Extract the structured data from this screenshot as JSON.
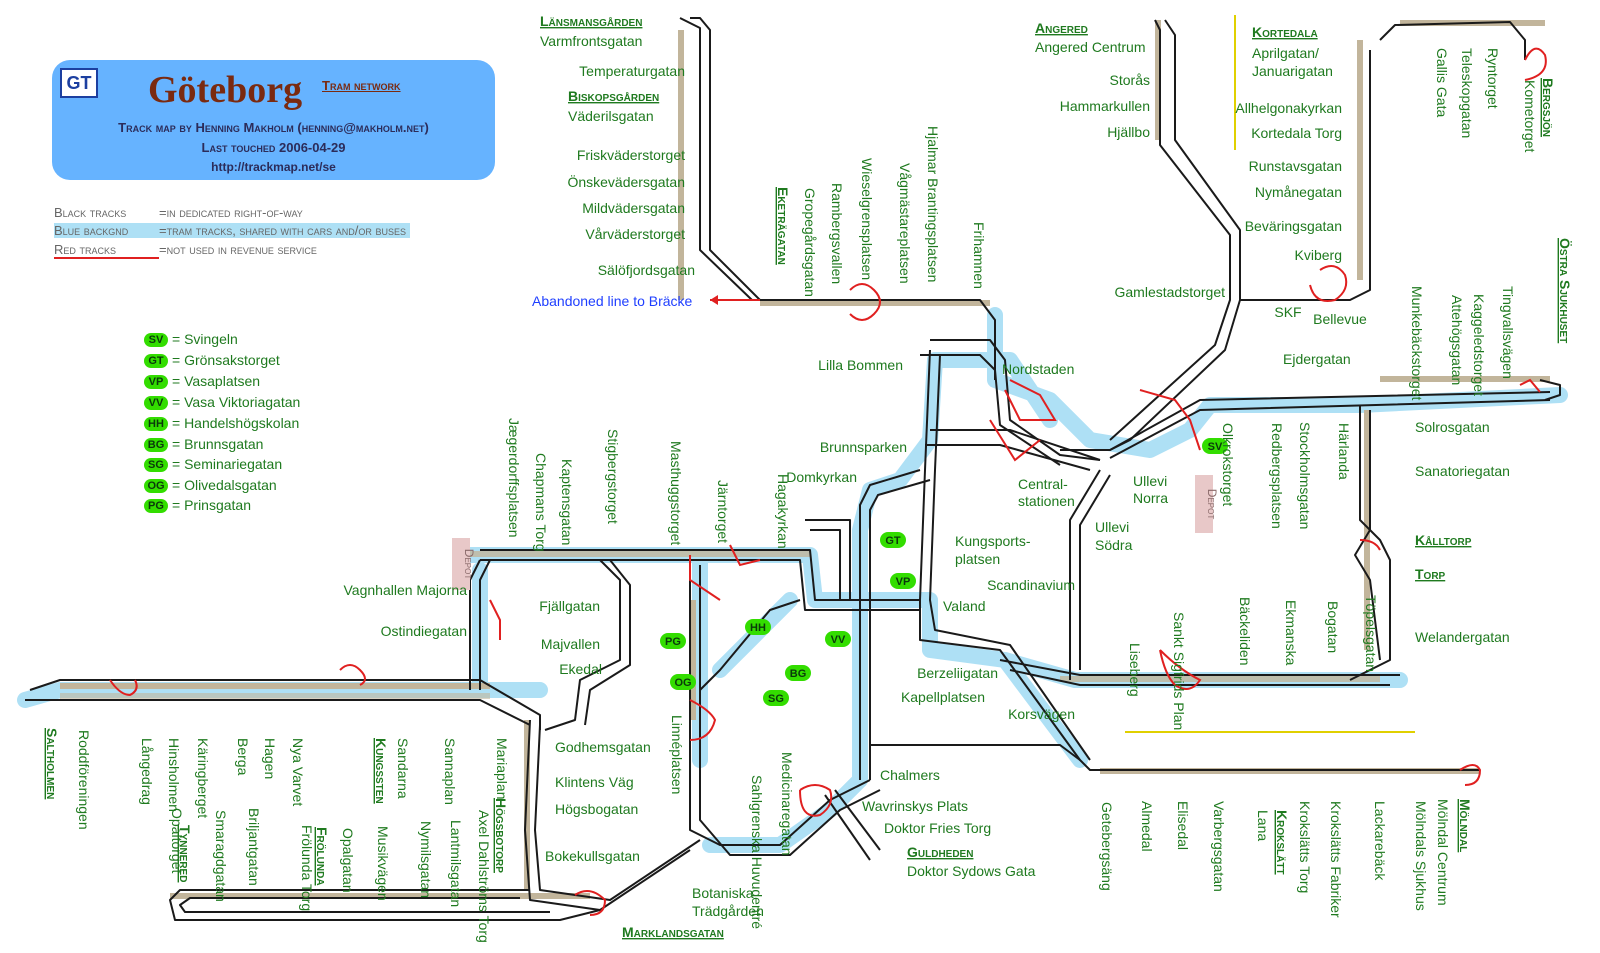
{
  "header": {
    "logo": "GT",
    "title": "Göteborg",
    "subtitle": "Tram network",
    "author_line": "Track map by Henning Makholm (henning@makholm.net)",
    "touched_line": "Last touched 2006-04-29",
    "url": "http://trackmap.net/se"
  },
  "legend": [
    {
      "key": "Black tracks",
      "value": "=in dedicated right-of-way"
    },
    {
      "key": "Blue backgnd",
      "value": "=tram tracks, shared with cars and/or buses"
    },
    {
      "key": "Red tracks",
      "value": "=not used in revenue service"
    }
  ],
  "abbreviations": [
    {
      "code": "SV",
      "name": "= Svingeln"
    },
    {
      "code": "GT",
      "name": "= Grönsakstorget"
    },
    {
      "code": "VP",
      "name": "= Vasaplatsen"
    },
    {
      "code": "VV",
      "name": "= Vasa Viktoriagatan"
    },
    {
      "code": "HH",
      "name": "= Handelshögskolan"
    },
    {
      "code": "BG",
      "name": "= Brunnsgatan"
    },
    {
      "code": "SG",
      "name": "= Seminariegatan"
    },
    {
      "code": "OG",
      "name": "= Olivedalsgatan"
    },
    {
      "code": "PG",
      "name": "= Prinsgatan"
    }
  ],
  "colors": {
    "track": "#1a1a1a",
    "shared_background": "#aee0f5",
    "unused_track": "#e02020",
    "platform": "#c2b59b",
    "station_text": "#1f7a1f",
    "abbr_pill": "#33dd00",
    "title_box": "#66b3ff",
    "depot": "#e8c8c8",
    "abandoned_text": "#1f3fff",
    "construction_line": "#e0d000"
  },
  "map": {
    "stations_h": [
      {
        "label": "Länsmansgården",
        "ul": true
      },
      {
        "label": "Varmfrontsgatan"
      },
      {
        "label": "Temperaturgatan"
      },
      {
        "label": "Biskopsgården",
        "ul": true
      },
      {
        "label": "Väderilsgatan"
      },
      {
        "label": "Friskväderstorget"
      },
      {
        "label": "Önskevädersgatan"
      },
      {
        "label": "Mildvädersgatan"
      },
      {
        "label": "Vårväderstorget"
      },
      {
        "label": "Sälöfjordsgatan"
      },
      {
        "label": "Angered",
        "ul": true
      },
      {
        "label": "Angered Centrum"
      },
      {
        "label": "Storås"
      },
      {
        "label": "Hammarkullen"
      },
      {
        "label": "Hjällbo"
      },
      {
        "label": "Kortedala",
        "ul": true
      },
      {
        "label": "Aprilgatan/"
      },
      {
        "label": "Januarigatan"
      },
      {
        "label": "Allhelgonakyrkan"
      },
      {
        "label": "Kortedala Torg"
      },
      {
        "label": "Runstavsgatan"
      },
      {
        "label": "Nymånegatan"
      },
      {
        "label": "Beväringsgatan"
      },
      {
        "label": "Kviberg"
      },
      {
        "label": "Gamlestadstorget"
      },
      {
        "label": "SKF"
      },
      {
        "label": "Bellevue"
      },
      {
        "label": "Ejdergatan"
      },
      {
        "label": "Lilla Bommen"
      },
      {
        "label": "Nordstaden"
      },
      {
        "label": "Brunnsparken"
      },
      {
        "label": "Domkyrkan"
      },
      {
        "label": "Central-"
      },
      {
        "label": "stationen"
      },
      {
        "label": "Ullevi"
      },
      {
        "label": "Norra"
      },
      {
        "label": "Ullevi"
      },
      {
        "label": "Södra"
      },
      {
        "label": "Kungsports-"
      },
      {
        "label": "platsen"
      },
      {
        "label": "Scandinavium"
      },
      {
        "label": "Valand"
      },
      {
        "label": "Vagnhallen Majorna"
      },
      {
        "label": "Fjällgatan"
      },
      {
        "label": "Ostindiegatan"
      },
      {
        "label": "Majvallen"
      },
      {
        "label": "Ekedal"
      },
      {
        "label": "Berzeliigatan"
      },
      {
        "label": "Kapellplatsen"
      },
      {
        "label": "Korsvägen"
      },
      {
        "label": "Godhemsgatan"
      },
      {
        "label": "Klintens Väg"
      },
      {
        "label": "Högsbogatan"
      },
      {
        "label": "Bokekullsgatan"
      },
      {
        "label": "Chalmers"
      },
      {
        "label": "Wavrinskys Plats"
      },
      {
        "label": "Doktor Fries Torg"
      },
      {
        "label": "Guldheden",
        "ul": true
      },
      {
        "label": "Doktor Sydows Gata"
      },
      {
        "label": "Botaniska"
      },
      {
        "label": "Trädgården"
      },
      {
        "label": "Marklandsgatan",
        "ul": true
      },
      {
        "label": "Solrosgatan"
      },
      {
        "label": "Sanatoriegatan"
      },
      {
        "label": "Kålltorp",
        "ul": true
      },
      {
        "label": "Torp",
        "ul": true
      },
      {
        "label": "Welandergatan"
      }
    ],
    "stations_v": [
      {
        "label": "Eketrägatan",
        "ul": true
      },
      {
        "label": "Gropegårdsgatan"
      },
      {
        "label": "Rambergsvallen"
      },
      {
        "label": "Wieselgrensplatsen"
      },
      {
        "label": "Vågmästareplatsen"
      },
      {
        "label": "Hjalmar Brantingsplatsen"
      },
      {
        "label": "Frihamnen"
      },
      {
        "label": "Gallis Gata"
      },
      {
        "label": "Teleskopgatan"
      },
      {
        "label": "Ryntorget"
      },
      {
        "label": "Bergsjön",
        "ul": true
      },
      {
        "label": "Kometorget"
      },
      {
        "label": "Östra Sjukhuset",
        "ul": true
      },
      {
        "label": "Tingvallsvägen"
      },
      {
        "label": "Kaggeledstorget"
      },
      {
        "label": "Attehögsgatan"
      },
      {
        "label": "Munkebäckstorget"
      },
      {
        "label": "Olkrokstorget"
      },
      {
        "label": "Redbergsplatsen"
      },
      {
        "label": "Stockholmsgatan"
      },
      {
        "label": "Härlanda"
      },
      {
        "label": "Jægerdorffsplatsen"
      },
      {
        "label": "Chapmans Torg"
      },
      {
        "label": "Kaptensgatan"
      },
      {
        "label": "Stigbergstorget"
      },
      {
        "label": "Masthuggstorget"
      },
      {
        "label": "Järntorget"
      },
      {
        "label": "Hagakyrkan"
      },
      {
        "label": "Liseberg"
      },
      {
        "label": "Sankt Sigfrids Plan"
      },
      {
        "label": "Bäckeliden"
      },
      {
        "label": "Ekmanska"
      },
      {
        "label": "Bogatan"
      },
      {
        "label": "Töpelsgatan"
      },
      {
        "label": "Saltholmen",
        "ul": true
      },
      {
        "label": "Roddföreningen"
      },
      {
        "label": "Långedrag"
      },
      {
        "label": "Hinsholmen"
      },
      {
        "label": "Käringberget"
      },
      {
        "label": "Berga"
      },
      {
        "label": "Hagen"
      },
      {
        "label": "Nya Varvet"
      },
      {
        "label": "Kungssten",
        "ul": true
      },
      {
        "label": "Sandarna"
      },
      {
        "label": "Sannaplan"
      },
      {
        "label": "Mariaplan"
      },
      {
        "label": "Linnéplatsen"
      },
      {
        "label": "Sahlgrenska Huvudentré"
      },
      {
        "label": "Medicinaregatan"
      },
      {
        "label": "Tynnered",
        "ul": true
      },
      {
        "label": "Opaltorget"
      },
      {
        "label": "Smaragdgatan"
      },
      {
        "label": "Briljantgatan"
      },
      {
        "label": "Frölunda",
        "ul": true
      },
      {
        "label": "Frölunda Torg"
      },
      {
        "label": "Opalgatan"
      },
      {
        "label": "Musikvägen"
      },
      {
        "label": "Nymilsgatan"
      },
      {
        "label": "Lantmilsgatan"
      },
      {
        "label": "Axel Dahlströms Torg"
      },
      {
        "label": "Högsbotorp",
        "ul": true
      },
      {
        "label": "Getebergsäng"
      },
      {
        "label": "Almedal"
      },
      {
        "label": "Elisedal"
      },
      {
        "label": "Varbergsgatan"
      },
      {
        "label": "Krokslätt",
        "ul": true
      },
      {
        "label": "Lana"
      },
      {
        "label": "Krokslätts Torg"
      },
      {
        "label": "Krokslätts Fabriker"
      },
      {
        "label": "Lackarebäck"
      },
      {
        "label": "Mölndals Sjukhus"
      },
      {
        "label": "Mölndal",
        "ul": true
      },
      {
        "label": "Mölndal Centrum"
      }
    ],
    "abandoned_label": "Abandoned line to Bräcke",
    "depot_label": "Depot",
    "abbr_codes": [
      "SV",
      "GT",
      "VP",
      "VV",
      "HH",
      "BG",
      "SG",
      "OG",
      "PG"
    ]
  }
}
